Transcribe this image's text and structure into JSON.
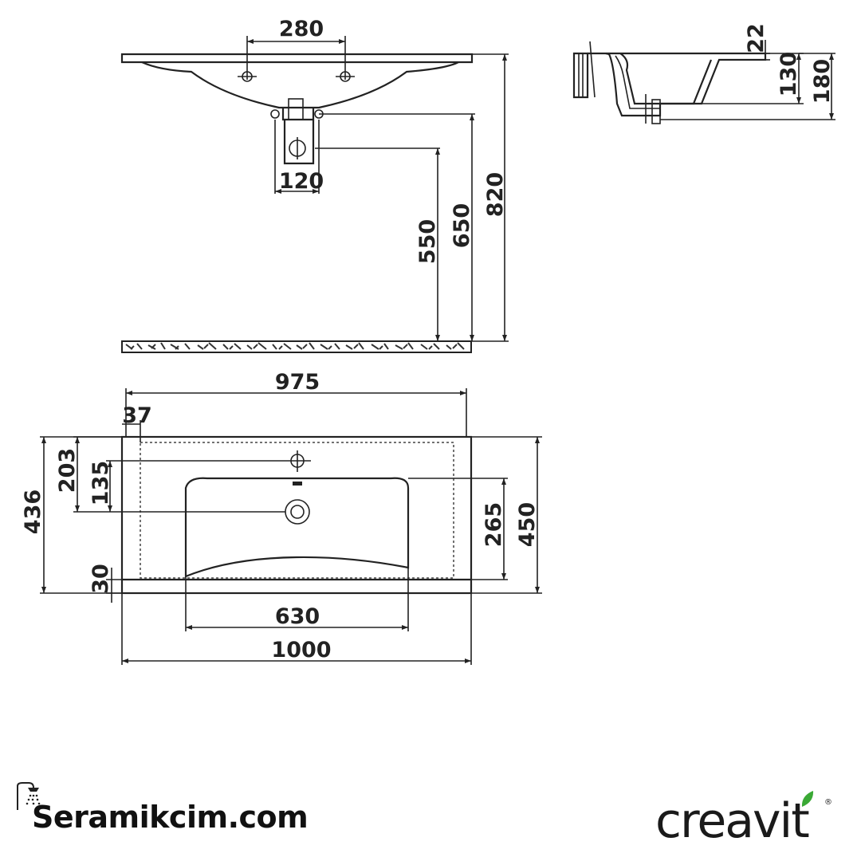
{
  "diagram": {
    "top_view_dims": {
      "tap_spacing": "280",
      "drain_width": "120",
      "height_550": "550",
      "height_650": "650",
      "height_820": "820"
    },
    "side_view_dims": {
      "rim": "22",
      "depth_130": "130",
      "depth_180": "180"
    },
    "plan_view_dims": {
      "inner_width": "975",
      "side_margin": "37",
      "tap_from_back": "203",
      "tap_to_basin": "135",
      "total_depth_436": "436",
      "front_gap": "30",
      "basin_depth": "265",
      "total_depth_450": "450",
      "basin_width": "630",
      "total_width": "1000"
    }
  },
  "branding": {
    "site": "Seramikcim.com",
    "logo": "creavit",
    "logo_icons": [
      "shower-icon",
      "leaf-icon"
    ]
  }
}
